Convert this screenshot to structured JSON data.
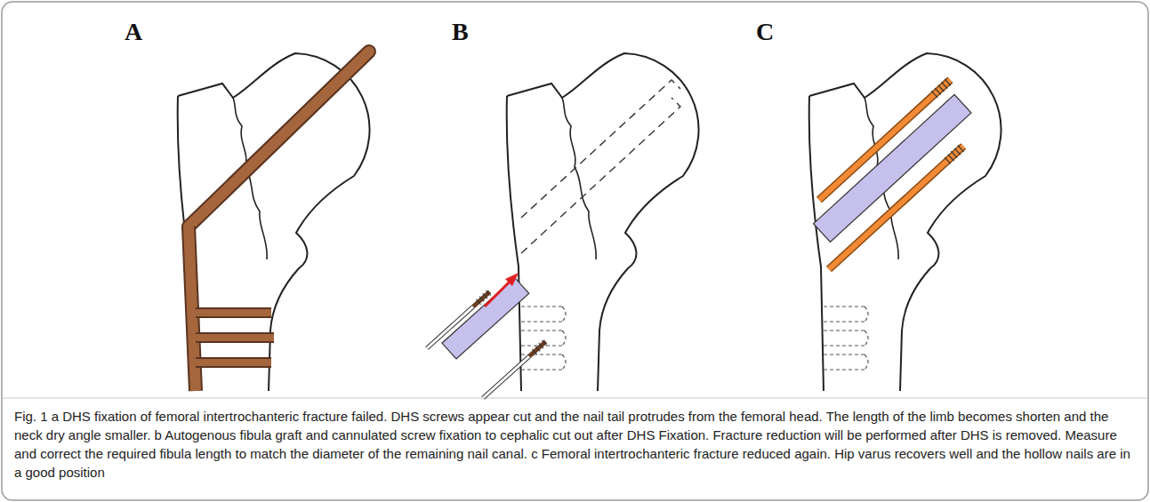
{
  "diagram": {
    "caption": "Fig. 1 a DHS fixation of femoral intertrochanteric fracture failed. DHS screws appear cut and the nail tail protrudes from the femoral head. The length of the limb becomes shorten and the neck dry angle smaller. b Autogenous fibula graft and cannulated screw fixation to cephalic cut out after DHS Fixation. Fracture reduction will be performed after DHS is removed. Measure and correct the required fibula length to match the diameter of the remaining nail canal. c Femoral intertrochanteric fracture reduced again. Hip varus recovers well and the hollow nails are in a good position",
    "labels": [
      "A",
      "B",
      "C"
    ]
  }
}
